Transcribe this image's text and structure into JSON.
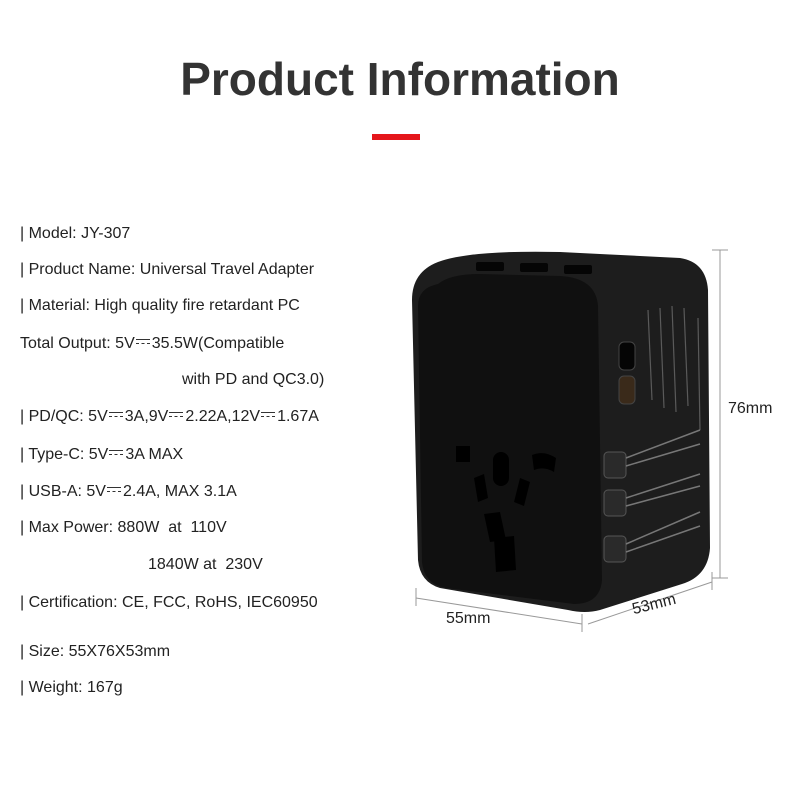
{
  "header": {
    "title": "Product Information"
  },
  "specs": {
    "model": {
      "label": "| Model:",
      "value": "JY-307"
    },
    "product_name": {
      "label": "| Product Name:",
      "value": "Universal Travel Adapter"
    },
    "material": {
      "label": "| Material:",
      "value": "High quality fire retardant PC"
    },
    "total_output": {
      "label": "Total Output:",
      "v": "5V",
      "value": "35.5W(Compatible",
      "continuation": "with PD and QC3.0)"
    },
    "pd_qc": {
      "label": "| PD/QC:",
      "v1": "5V",
      "a1": "3A,9V",
      "a2": "2.22A,12V",
      "a3": "1.67A"
    },
    "type_c": {
      "label": "| Type-C:",
      "v": "5V",
      "value": "3A MAX"
    },
    "usb_a": {
      "label": "| USB-A:",
      "v": "5V",
      "value": "2.4A, MAX 3.1A"
    },
    "max_power": {
      "label": "| Max Power:",
      "value": "880W  at  110V",
      "continuation": "1840W at  230V"
    },
    "certification": {
      "label": "| Certification:",
      "value": "CE, FCC, RoHS, IEC60950"
    },
    "size": {
      "label": "| Size:",
      "value": "55X76X53mm"
    },
    "weight": {
      "label": "| Weight:",
      "value": "167g"
    }
  },
  "dimensions": {
    "height": "76mm",
    "width": "55mm",
    "depth": "53mm"
  },
  "colors": {
    "accent": "#e5161b",
    "product": "#141414",
    "text": "#222222"
  }
}
